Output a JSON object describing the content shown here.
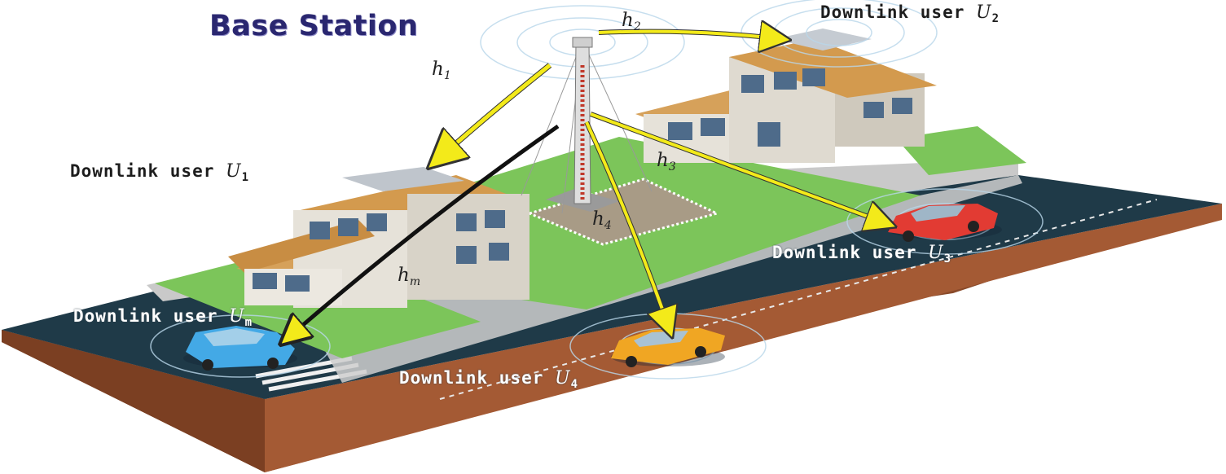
{
  "title": "Base Station",
  "users": {
    "u1": {
      "text": "Downlink user",
      "sym": "U",
      "sub": "1"
    },
    "u2": {
      "text": "Downlink user",
      "sym": "U",
      "sub": "2"
    },
    "u3": {
      "text": "Downlink user",
      "sym": "U",
      "sub": "3"
    },
    "u4": {
      "text": "Downlink user",
      "sym": "U",
      "sub": "4"
    },
    "um": {
      "text": "Downlink user",
      "sym": "U",
      "sub": "m"
    }
  },
  "channels": {
    "h1": {
      "sym": "h",
      "sub": "1"
    },
    "h2": {
      "sym": "h",
      "sub": "2"
    },
    "h3": {
      "sym": "h",
      "sub": "3"
    },
    "h4": {
      "sym": "h",
      "sub": "4"
    },
    "hm": {
      "sym": "h",
      "sub": "m"
    }
  },
  "colors": {
    "road": "#1f3a48",
    "grass": "#7cc55a",
    "arrow": "#f3ea1a",
    "title": "#2a2770"
  }
}
